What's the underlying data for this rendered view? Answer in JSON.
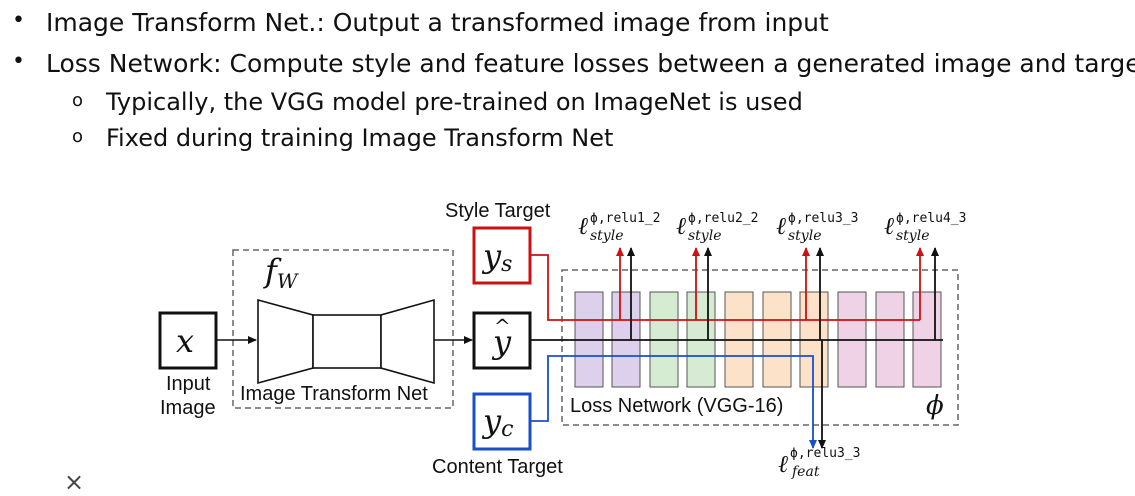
{
  "bullets": [
    {
      "text": "Image Transform Net.: Output a transformed image from input",
      "level": 1
    },
    {
      "text": "Loss Network: Compute style and feature losses between a generated image and targets",
      "level": 1
    },
    {
      "text": "Typically, the VGG model pre-trained on ImageNet is used",
      "level": 2
    },
    {
      "text": "Fixed during training Image Transform Net",
      "level": 2
    }
  ],
  "diagram": {
    "input_symbol": "x",
    "input_label_1": "Input",
    "input_label_2": "Image",
    "transform_symbol": "f",
    "transform_sub": "W",
    "transform_label": "Image Transform Net",
    "output_symbol": "y",
    "style_target_label": "Style Target",
    "style_symbol": "y",
    "style_sub": "s",
    "content_target_label": "Content Target",
    "content_symbol": "y",
    "content_sub": "c",
    "loss_network_label": "Loss Network (VGG-16)",
    "phi_symbol": "ϕ",
    "style_losses": [
      {
        "sup": "ϕ,relu1_2",
        "sub": "style"
      },
      {
        "sup": "ϕ,relu2_2",
        "sub": "style"
      },
      {
        "sup": "ϕ,relu3_3",
        "sub": "style"
      },
      {
        "sup": "ϕ,relu4_3",
        "sub": "style"
      }
    ],
    "feat_loss": {
      "sup": "ϕ,relu3_3",
      "sub": "feat"
    },
    "colors": {
      "style": "#cc1111",
      "content": "#1a4fc9",
      "purple": "#dcd0ec",
      "green": "#d6ecd2",
      "orange": "#fbe2c8",
      "pink": "#f0d2e6"
    }
  },
  "close_glyph": "×"
}
